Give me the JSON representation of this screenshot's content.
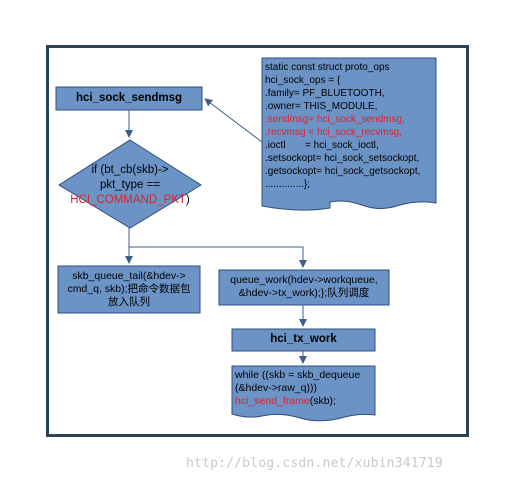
{
  "diagram": {
    "sendmsg_title": "hci_sock_sendmsg",
    "decision": {
      "line1": "if (bt_cb(skb)->",
      "line2": "pkt_type ==",
      "line3": "HCI_COMMAND_PKT",
      "line3_suffix": ")"
    },
    "queue_tail": {
      "line1": "skb_queue_tail(&hdev->",
      "line2": "cmd_q, skb);把命令数据包",
      "line3": "放入队列"
    },
    "queue_work": {
      "line1": "queue_work(hdev->workqueue,",
      "line2": "&hdev->tx_work);};队列调度"
    },
    "tx_work_title": "hci_tx_work",
    "tx_loop": {
      "line1": "while ((skb = skb_dequeue",
      "line2": "(&hdev->raw_q)))",
      "line3_red": "hci_send_frame",
      "line3_rest": "(skb);"
    },
    "proto_ops": {
      "l1": "static const struct proto_ops",
      "l2": "hci_sock_ops = {",
      "l3": ".family= PF_BLUETOOTH,",
      "l4": ".owner= THIS_MODULE,",
      "l5": ".sendmsg= hci_sock_sendmsg,",
      "l6": ".recvmsg = hci_sock_recvmsg,",
      "l7": ".ioctl       = hci_sock_ioctl,",
      "l8": ".setsockopt= hci_sock_setsockopt,",
      "l9": ".getsockopt= hci_sock_getsockopt,",
      "l10": "..............};"
    }
  },
  "watermark": "http://blog.csdn.net/xubin341719",
  "colors": {
    "box_fill": "#6b93c6",
    "box_stroke": "#2f4f7a",
    "frame": "#2e4256",
    "arrow": "#3b5e8c",
    "highlight_red": "#e0202a"
  }
}
